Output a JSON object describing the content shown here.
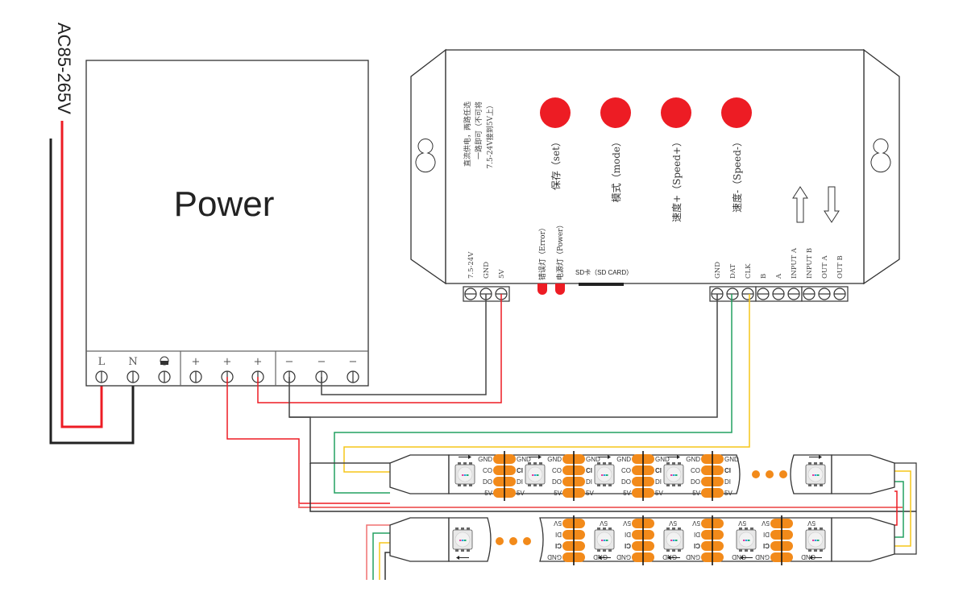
{
  "ac_input": {
    "label": "AC85-265V"
  },
  "power_supply": {
    "title": "Power",
    "terminals": [
      {
        "label": "L"
      },
      {
        "label": "N"
      },
      {
        "label": "⏚"
      },
      {
        "label": "+"
      },
      {
        "label": "+"
      },
      {
        "label": "+"
      },
      {
        "label": "−"
      },
      {
        "label": "−"
      },
      {
        "label": "−"
      }
    ]
  },
  "controller": {
    "power_note": [
      "直流供电，两路任选",
      "一路即可（不可将",
      "7.5-24V接到5V上）"
    ],
    "buttons": [
      {
        "label": "保存（set）",
        "color": "#ed1c24"
      },
      {
        "label": "模式（mode）",
        "color": "#ed1c24"
      },
      {
        "label": "速度+（Speed+）",
        "color": "#ed1c24"
      },
      {
        "label": "速度-（Speed-）",
        "color": "#ed1c24"
      }
    ],
    "leds": [
      {
        "label": "错误灯（Error）",
        "color": "#ed1c24"
      },
      {
        "label": "电源灯（Power）",
        "color": "#ed1c24"
      }
    ],
    "sd_card": "SD卡（SD CARD）",
    "power_terminals": [
      "7.5-24V",
      "GND",
      "5V"
    ],
    "output_terminals": [
      "GND",
      "DAT",
      "CLK",
      "B",
      "A",
      "INPUT A",
      "INPUT B",
      "OUT A",
      "OUT B"
    ],
    "arrows": [
      "up-arrow",
      "down-arrow"
    ]
  },
  "strip": {
    "pins_left": [
      "GND",
      "CO",
      "DO",
      "5V"
    ],
    "pins_right": [
      "GND",
      "CI",
      "DI",
      "5V"
    ],
    "continuation": "●●●"
  },
  "wire_colors": {
    "live": "#ed1c24",
    "neutral": "#222222",
    "power5v": "#f07070",
    "gnd": "#444444",
    "data": "#22a060",
    "clock": "#f5c518"
  }
}
